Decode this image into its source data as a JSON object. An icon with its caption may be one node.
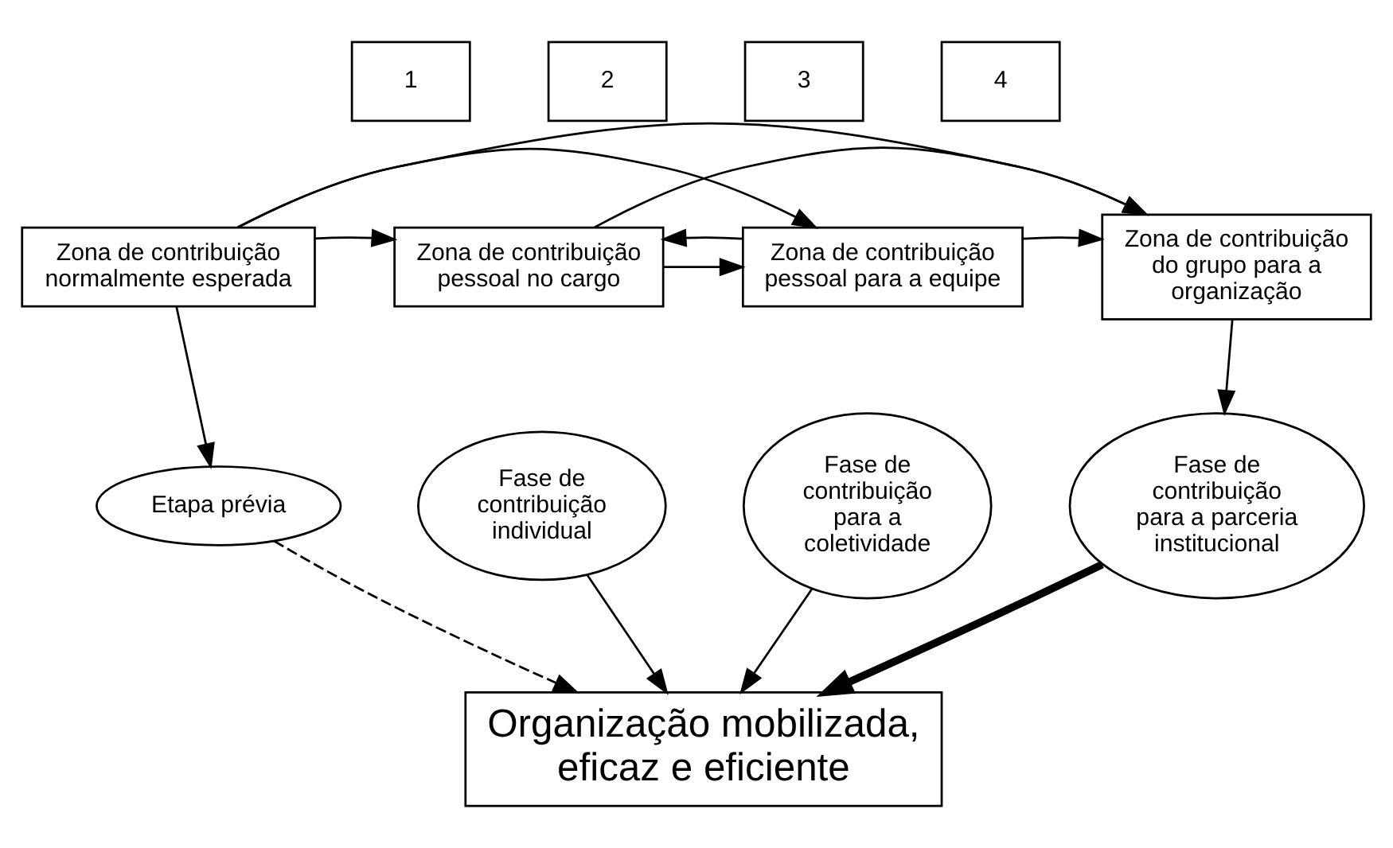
{
  "diagram": {
    "nodes": [
      {
        "text": [
          "1"
        ]
      },
      {
        "text": [
          "2"
        ]
      },
      {
        "text": [
          "3"
        ]
      },
      {
        "text": [
          "4"
        ]
      },
      {
        "text": [
          "Zona de contribuição normalmente esperada"
        ]
      },
      {
        "text": [
          "Zona de contribuição pessoal no cargo"
        ]
      },
      {
        "text": [
          "Zona de contribuição pessoal para a equipe"
        ]
      },
      {
        "text": [
          "Zona de contribuição do grupo para a organização"
        ]
      },
      {
        "text": [
          "Etapa prévia"
        ]
      },
      {
        "text": [
          "Fase de contribuição individual"
        ]
      },
      {
        "text": [
          "Fase de contribuição para a coletividade"
        ]
      },
      {
        "text": [
          "Fase de contribuição para a parceria institucional"
        ]
      },
      {
        "text": [
          "Organização mobilizada, eficaz e eficiente"
        ]
      }
    ],
    "edges": [
      {
        "from": 4,
        "to": 5,
        "arrow": "to"
      },
      {
        "from": 4,
        "to": 6,
        "arrow": "to"
      },
      {
        "from": 4,
        "to": 7,
        "arrow": "to"
      },
      {
        "from": 5,
        "to": 6,
        "arrow": "to"
      },
      {
        "from": 5,
        "to": 7,
        "arrow": "to"
      },
      {
        "from": 6,
        "to": 5,
        "arrow": "to"
      },
      {
        "from": 6,
        "to": 7,
        "arrow": "to"
      },
      {
        "from": 4,
        "to": 8,
        "arrow": "to"
      },
      {
        "from": 7,
        "to": 11,
        "arrow": "to"
      },
      {
        "from": 8,
        "to": 12,
        "arrow": "to",
        "style": "dashed"
      },
      {
        "from": 9,
        "to": 12,
        "arrow": "to"
      },
      {
        "from": 10,
        "to": 12,
        "arrow": "to"
      },
      {
        "from": 11,
        "to": 12,
        "arrow": "to",
        "style": "thick"
      }
    ]
  }
}
